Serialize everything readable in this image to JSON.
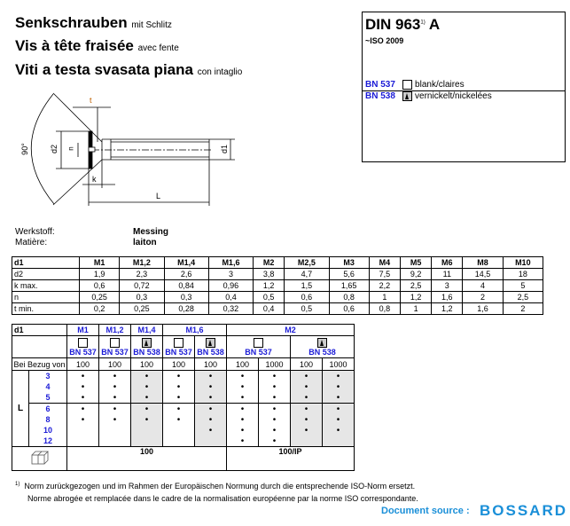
{
  "titles": [
    {
      "main": "Senkschrauben",
      "sub": "mit Schlitz"
    },
    {
      "main": "Vis à tête fraisée",
      "sub": "avec fente"
    },
    {
      "main": "Viti a testa svasata piana",
      "sub": "con intaglio"
    }
  ],
  "standard": {
    "name": "DIN 963",
    "note": "1)",
    "suffix": "A",
    "equiv": "~ISO 2009",
    "variants": [
      {
        "code": "BN 537",
        "finish": "blank/claires",
        "icon": "empty-box"
      },
      {
        "code": "BN 538",
        "finish": "vernickelt/nickelées",
        "icon": "filled-triangle-box"
      }
    ]
  },
  "drawing": {
    "t": "t",
    "n": "n",
    "d2": "d2",
    "d1": "d1",
    "k": "k",
    "L": "L",
    "angle": "90°"
  },
  "material": {
    "label_de": "Werkstoff:",
    "value_de": "Messing",
    "label_fr": "Matière:",
    "value_fr": "laiton"
  },
  "dims": {
    "header": [
      "d1",
      "M1",
      "M1,2",
      "M1,4",
      "M1,6",
      "M2",
      "M2,5",
      "M3",
      "M4",
      "M5",
      "M6",
      "M8",
      "M10"
    ],
    "rows": [
      [
        "d2",
        "1,9",
        "2,3",
        "2,6",
        "3",
        "3,8",
        "4,7",
        "5,6",
        "7,5",
        "9,2",
        "11",
        "14,5",
        "18"
      ],
      [
        "k max.",
        "0,6",
        "0,72",
        "0,84",
        "0,96",
        "1,2",
        "1,5",
        "1,65",
        "2,2",
        "2,5",
        "3",
        "4",
        "5"
      ],
      [
        "n",
        "0,25",
        "0,3",
        "0,3",
        "0,4",
        "0,5",
        "0,6",
        "0,8",
        "1",
        "1,2",
        "1,6",
        "2",
        "2,5"
      ],
      [
        "t min.",
        "0,2",
        "0,25",
        "0,28",
        "0,32",
        "0,4",
        "0,5",
        "0,6",
        "0,8",
        "1",
        "1,2",
        "1,6",
        "2"
      ]
    ]
  },
  "availability": {
    "d1": "d1",
    "sizes": [
      "M1",
      "M1,2",
      "M1,4",
      "M1,6",
      "M2"
    ],
    "bn": [
      "BN 537",
      "BN 537",
      "BN 538",
      "BN 537",
      "BN 538",
      "BN 537",
      "BN 538"
    ],
    "bezug_label": "Bei Bezug von",
    "qty": [
      "100",
      "100",
      "100",
      "100",
      "100",
      "100",
      "1000",
      "100",
      "1000"
    ],
    "L_label": "L",
    "lengths": [
      "3",
      "4",
      "5",
      "6",
      "8",
      "10",
      "12"
    ],
    "dot": "•",
    "matrix": [
      [
        1,
        1,
        1,
        1,
        1,
        1,
        1,
        1,
        1
      ],
      [
        1,
        1,
        1,
        1,
        1,
        1,
        1,
        1,
        1
      ],
      [
        1,
        1,
        1,
        1,
        1,
        1,
        1,
        1,
        1
      ],
      [
        1,
        1,
        1,
        1,
        1,
        1,
        1,
        1,
        1
      ],
      [
        1,
        1,
        1,
        1,
        1,
        1,
        1,
        1,
        1
      ],
      [
        0,
        0,
        0,
        0,
        1,
        1,
        1,
        1,
        1
      ],
      [
        0,
        0,
        0,
        0,
        0,
        1,
        1,
        0,
        0
      ]
    ],
    "pack": [
      "100",
      "100/IP"
    ]
  },
  "footnote": {
    "mark": "1)",
    "line1": "Norm zurückgezogen und im Rahmen der Europäischen Normung durch die entsprechende ISO-Norm ersetzt.",
    "line2": "Norme abrogée et remplacée dans le cadre de la normalisation européenne par la norme ISO correspondante."
  },
  "source": {
    "label": "Document source :",
    "brand": "BOSSARD",
    "color": "#1a8fd8"
  }
}
